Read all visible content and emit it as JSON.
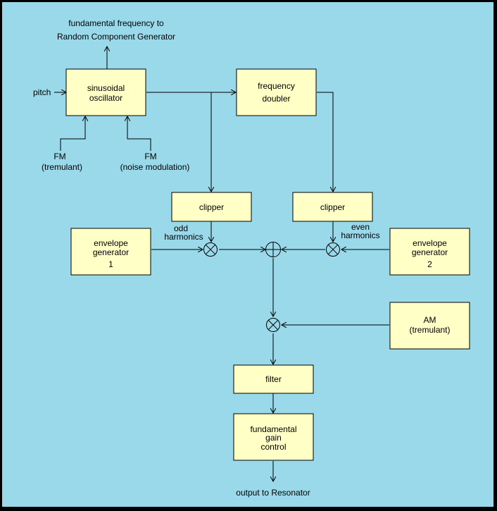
{
  "colors": {
    "background": "#99d9ea",
    "block_fill": "#ffffc6",
    "border": "#000000"
  },
  "labels": {
    "fundamental_out_line1": "fundamental frequency to",
    "fundamental_out_line2": "Random Component Generator",
    "pitch": "pitch",
    "fm_tremulant_line1": "FM",
    "fm_tremulant_line2": "(tremulant)",
    "fm_noise_line1": "FM",
    "fm_noise_line2": "(noise modulation)",
    "odd_harmonics_line1": "odd",
    "odd_harmonics_line2": "harmonics",
    "even_harmonics_line1": "even",
    "even_harmonics_line2": "harmonics",
    "output": "output to Resonator"
  },
  "blocks": {
    "oscillator": [
      "sinusoidal",
      "oscillator"
    ],
    "doubler": [
      "frequency",
      "doubler"
    ],
    "clipper_odd": [
      "clipper"
    ],
    "clipper_even": [
      "clipper"
    ],
    "env1": [
      "envelope",
      "generator",
      "1"
    ],
    "env2": [
      "envelope",
      "generator",
      "2"
    ],
    "am": [
      "AM",
      "(tremulant)"
    ],
    "filter": [
      "filter"
    ],
    "gain": [
      "fundamental",
      "gain",
      "control"
    ]
  }
}
